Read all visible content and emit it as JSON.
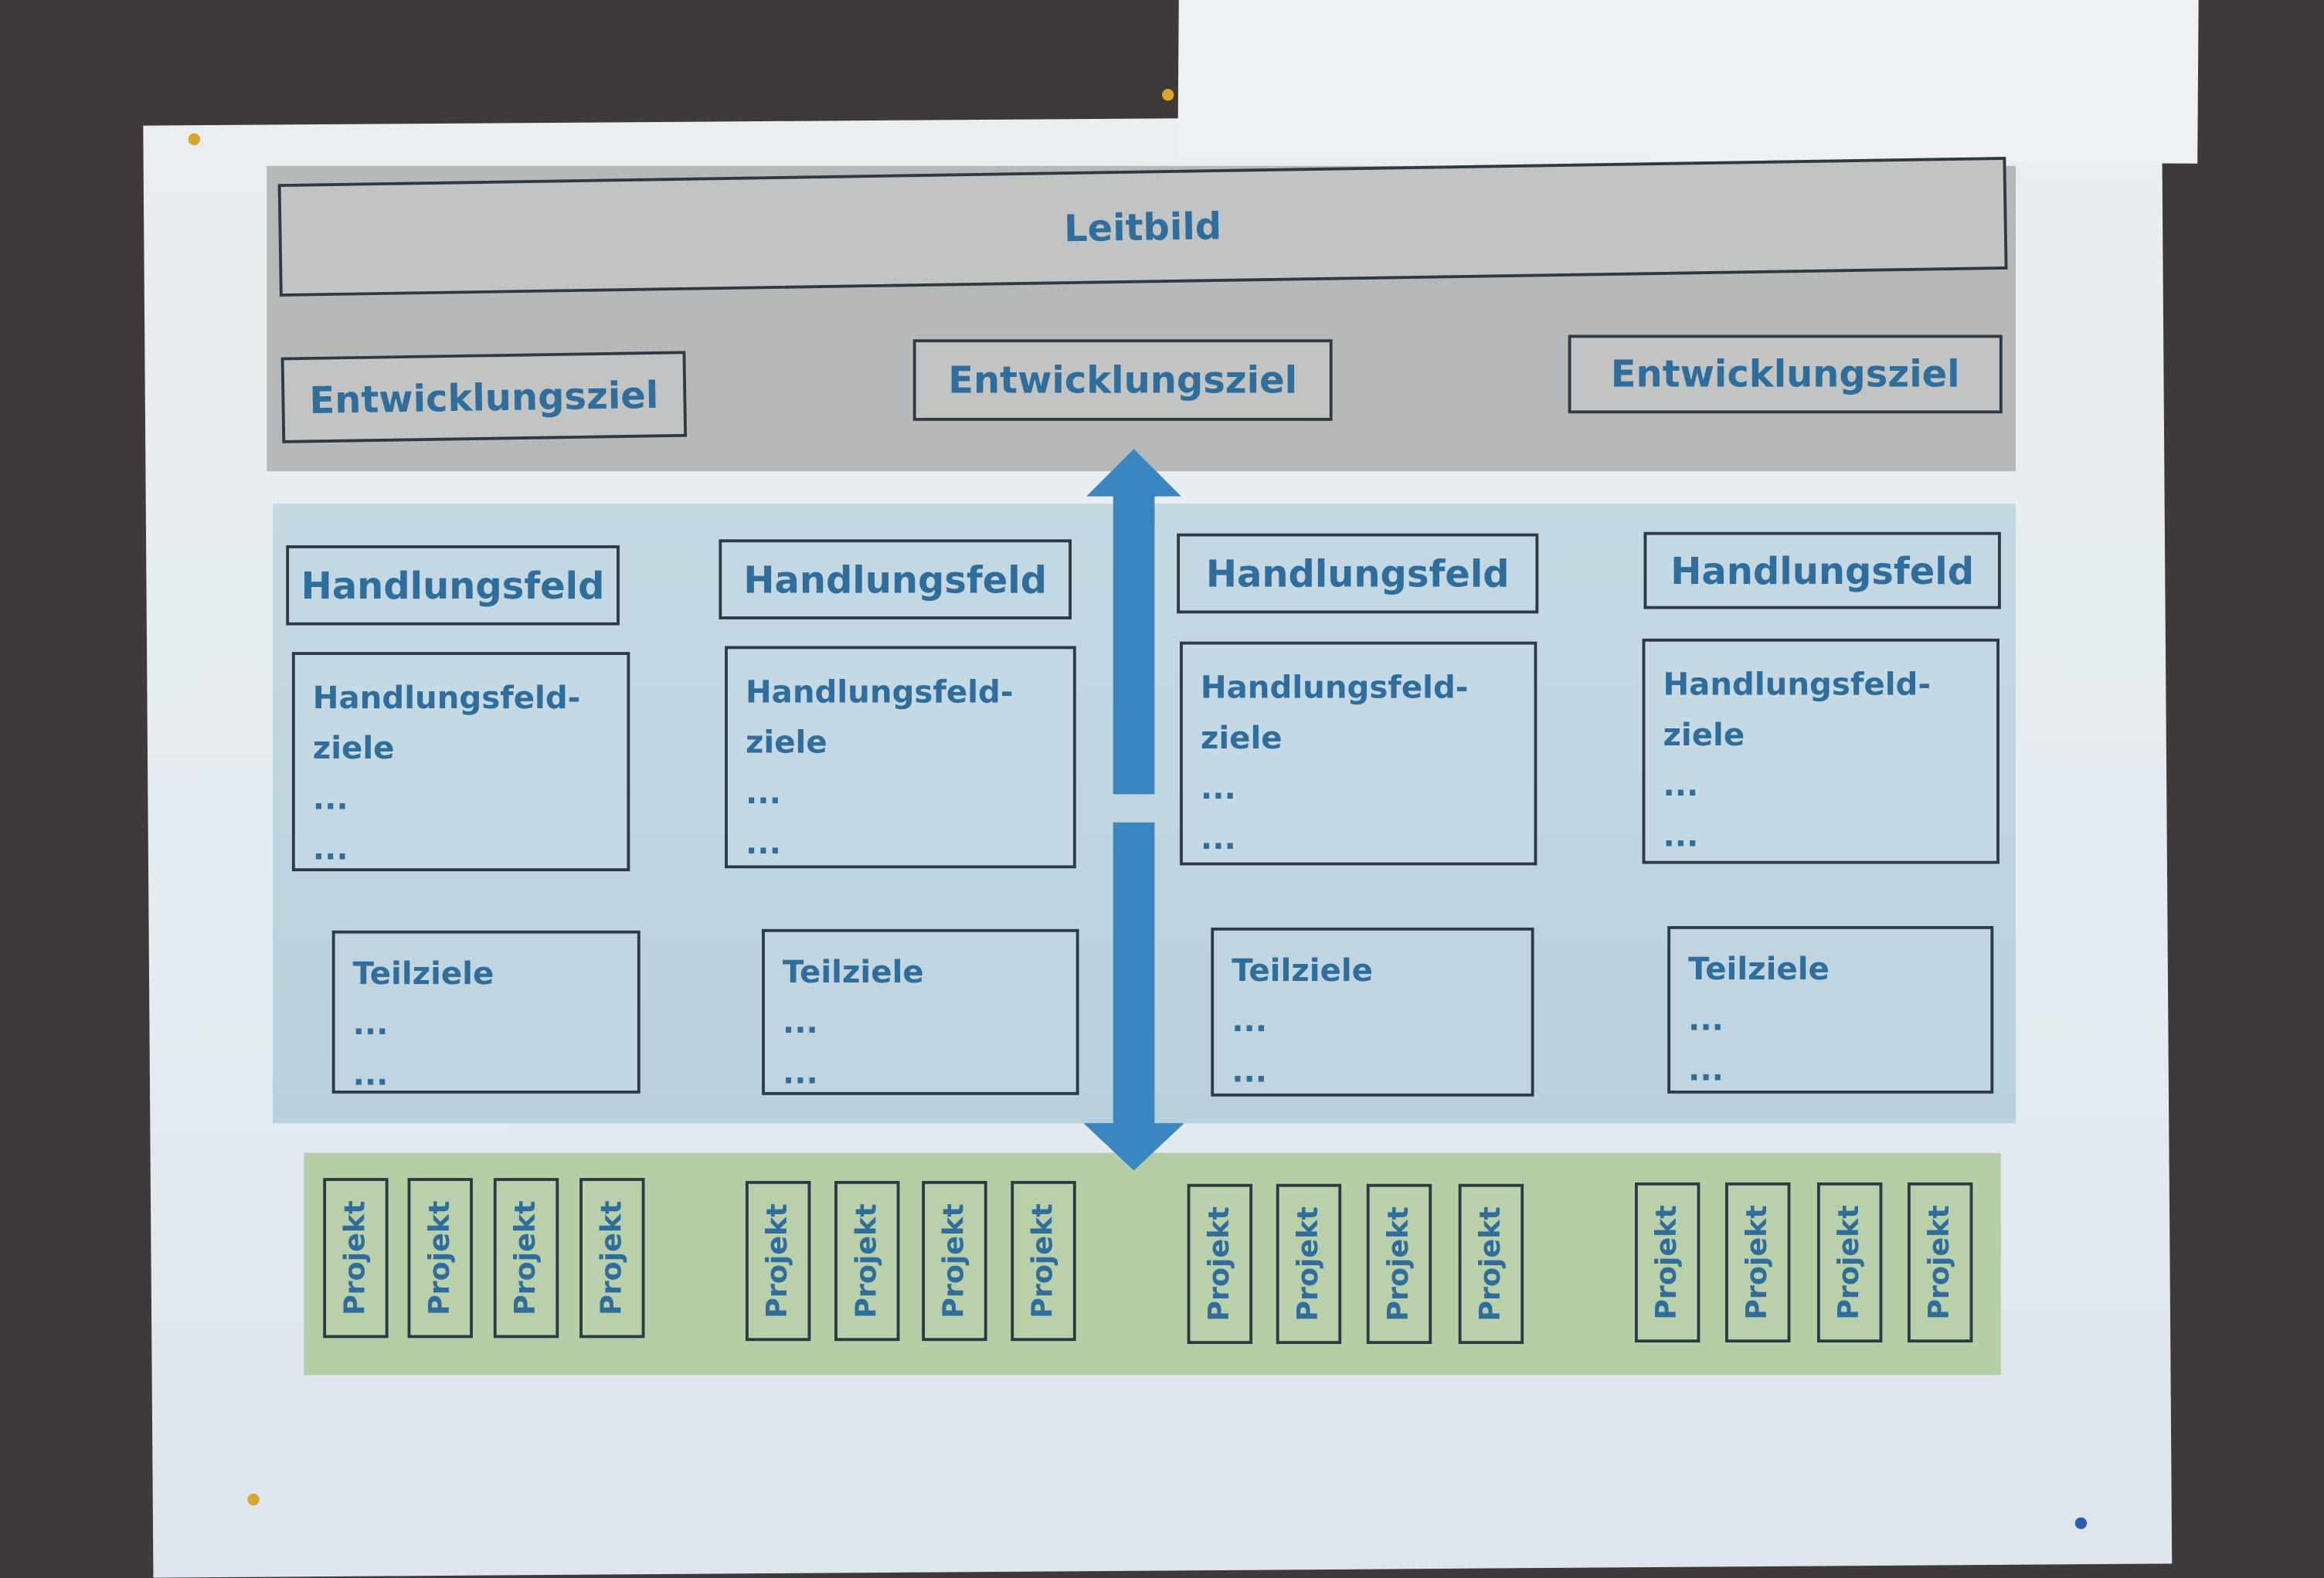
{
  "leitbild": "Leitbild",
  "entwicklungsziele": [
    "Entwicklungsziel",
    "Entwicklungsziel",
    "Entwicklungsziel"
  ],
  "columns": [
    {
      "handlungsfeld": "Handlungsfeld",
      "ziele_line1": "Handlungsfeld-",
      "ziele_line2": "ziele",
      "ziele_items": [
        "...",
        "..."
      ],
      "teilziele": "Teilziele",
      "teilziele_items": [
        "...",
        "..."
      ],
      "projekte": [
        "Projekt",
        "Projekt",
        "Projekt",
        "Projekt"
      ]
    },
    {
      "handlungsfeld": "Handlungsfeld",
      "ziele_line1": "Handlungsfeld-",
      "ziele_line2": "ziele",
      "ziele_items": [
        "...",
        "..."
      ],
      "teilziele": "Teilziele",
      "teilziele_items": [
        "...",
        "..."
      ],
      "projekte": [
        "Projekt",
        "Projekt",
        "Projekt",
        "Projekt"
      ]
    },
    {
      "handlungsfeld": "Handlungsfeld",
      "ziele_line1": "Handlungsfeld-",
      "ziele_line2": "ziele",
      "ziele_items": [
        "...",
        "..."
      ],
      "teilziele": "Teilziele",
      "teilziele_items": [
        "...",
        "..."
      ],
      "projekte": [
        "Projekt",
        "Projekt",
        "Projekt",
        "Projekt"
      ]
    },
    {
      "handlungsfeld": "Handlungsfeld",
      "ziele_line1": "Handlungsfeld-",
      "ziele_line2": "ziele",
      "ziele_items": [
        "...",
        "..."
      ],
      "teilziele": "Teilziele",
      "teilziele_items": [
        "...",
        "..."
      ],
      "projekte": [
        "Projekt",
        "Projekt",
        "Projekt",
        "Projekt"
      ]
    }
  ],
  "colors": {
    "text": "#2f6e9c",
    "arrow": "#3a86c0",
    "gray_band": "#b7b8b8",
    "blue_band": "#c5d9e3",
    "green_band": "#b6cea6"
  }
}
